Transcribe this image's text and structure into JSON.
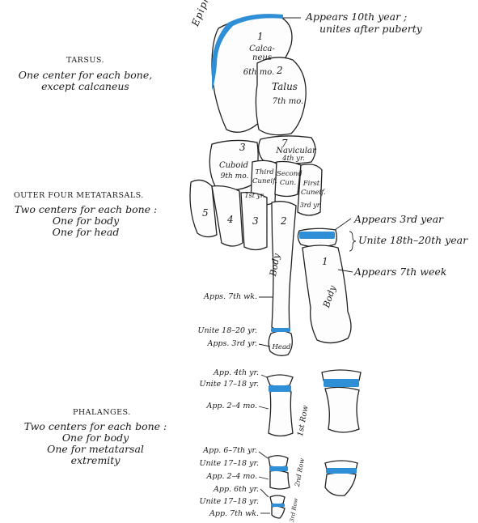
{
  "tarsus": {
    "heading": "TARSUS.",
    "line1": "One center for each bone,",
    "line2": "except calcaneus"
  },
  "metatarsals": {
    "heading": "OUTER FOUR METATARSALS.",
    "line1": "Two centers for each bone :",
    "line2": "One for body",
    "line3": "One for head"
  },
  "phalanges": {
    "heading": "PHALANGES.",
    "line1": "Two centers for each bone :",
    "line2": "One for body",
    "line3": "One for metatarsal",
    "line4": "extremity"
  },
  "right_notes": {
    "epiphysis_appears": "Appears 10th year ;",
    "epiphysis_unites": "unites after puberty",
    "appears_3rd": "Appears 3rd year",
    "unite_18_20": "Unite 18th–20th year",
    "appears_7th_week": "Appears 7th week"
  },
  "left_notes": {
    "apps_7th_wk": "Apps. 7th wk.",
    "unite_18_20_yr": "Unite 18–20 yr.",
    "apps_3rd_yr": "Apps. 3rd yr.",
    "app_4th_yr": "App. 4th yr.",
    "unite_17_18_a": "Unite 17–18 yr.",
    "app_2_4_mo_a": "App. 2–4 mo.",
    "app_6_7th_yr": "App. 6–7th yr.",
    "unite_17_18_b": "Unite 17–18 yr.",
    "app_2_4_mo_b": "App. 2–4 mo.",
    "app_6th_yr": "App. 6th yr.",
    "unite_17_18_c": "Unite 17–18 yr.",
    "app_7th_wk": "App. 7th wk."
  },
  "bone_labels": {
    "epiphysis": "Epiphysis",
    "calcaneus": "Calca-\nneus",
    "calcaneus_time": "6th mo.",
    "talus": "Talus",
    "talus_time": "7th mo.",
    "navicular": "Navicular",
    "navicular_time": "4th yr.",
    "cuboid": "Cuboid",
    "cuboid_time": "9th mo.",
    "third_cuneiform": "Third Cuneif.",
    "third_time": "1st yr.",
    "second_cuneiform": "Second Cun.",
    "first_cuneiform": "First Cuneif.",
    "first_time": "3rd yr.",
    "body": "Body",
    "head": "Head",
    "row1": "1st Row",
    "row2": "2nd Row",
    "row3": "3rd Row",
    "n1": "1",
    "n2": "2",
    "n3": "3",
    "n4": "4",
    "n5": "5",
    "n7": "7"
  },
  "colors": {
    "epiphysis_blue": "#2f8fd6",
    "ink": "#1a1a1a"
  }
}
